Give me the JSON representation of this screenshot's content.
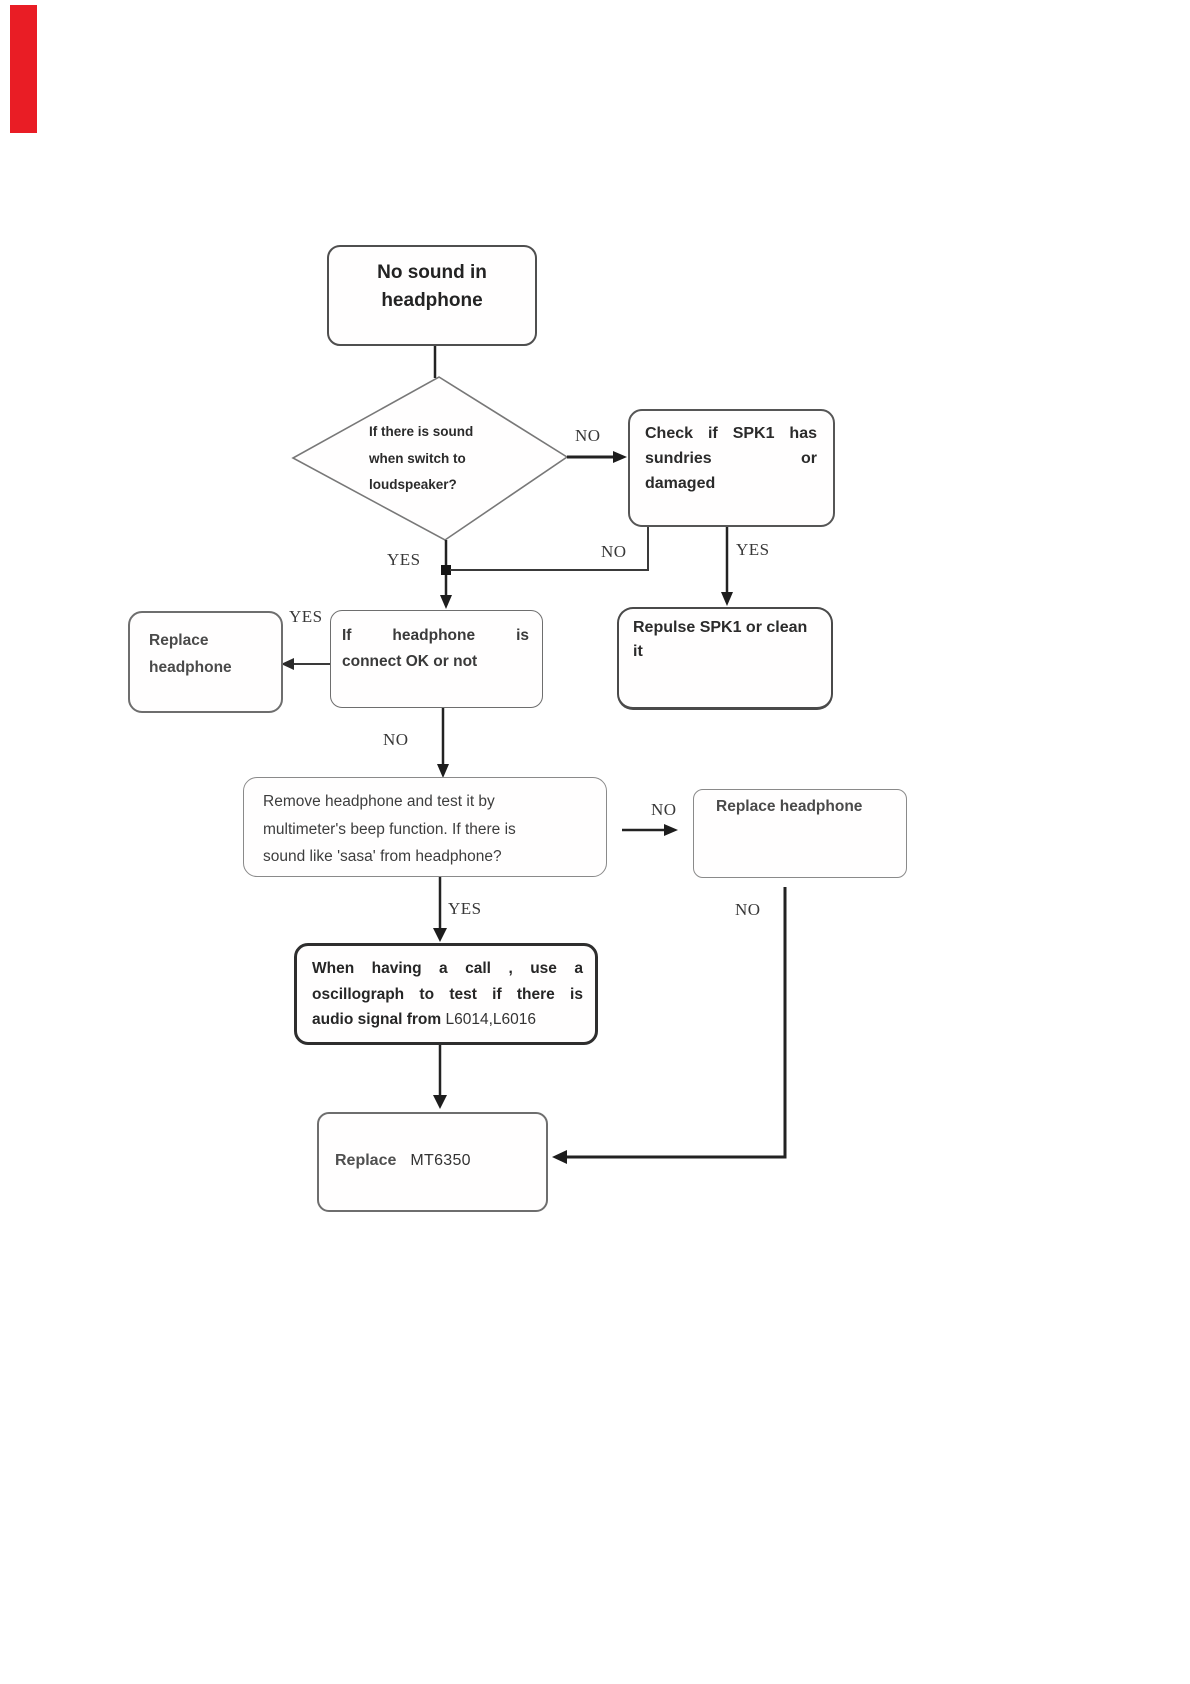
{
  "diagram": {
    "marker_color": "#e91d25",
    "nodes": {
      "start": {
        "lines": [
          "No sound in",
          "headphone"
        ]
      },
      "switch_check": {
        "lines": [
          "If there is sound",
          "when switch to",
          "loudspeaker?"
        ]
      },
      "check_spk1": {
        "lines": [
          "Check if SPK1 has",
          "sundries or",
          "damaged"
        ]
      },
      "replace_headphone_left": {
        "lines": [
          "Replace",
          "headphone"
        ]
      },
      "if_connect": {
        "lines": [
          "If headphone is",
          "connect OK or not"
        ]
      },
      "repulse_spk1": {
        "lines": [
          "Repulse SPK1 or clean",
          "it"
        ]
      },
      "remove_test": {
        "lines": [
          "Remove headphone and test it by",
          "multimeter's beep function. If there is",
          "sound like 'sasa' from headphone?"
        ]
      },
      "replace_headphone_right": {
        "lines": [
          "Replace headphone"
        ]
      },
      "oscillograph": {
        "lines": [
          "When having a call , use a",
          "oscillograph to test if there is"
        ],
        "line3_bold": "audio signal from",
        "line3_regular": "L6014,L6016"
      },
      "replace_mt6350": {
        "word1": "Replace",
        "word2": "MT6350"
      }
    },
    "labels": {
      "no1": "NO",
      "yes1": "YES",
      "no2": "NO",
      "yes2": "YES",
      "yes3": "YES",
      "no3": "NO",
      "no4": "NO",
      "yes4": "YES",
      "no5": "NO"
    }
  }
}
